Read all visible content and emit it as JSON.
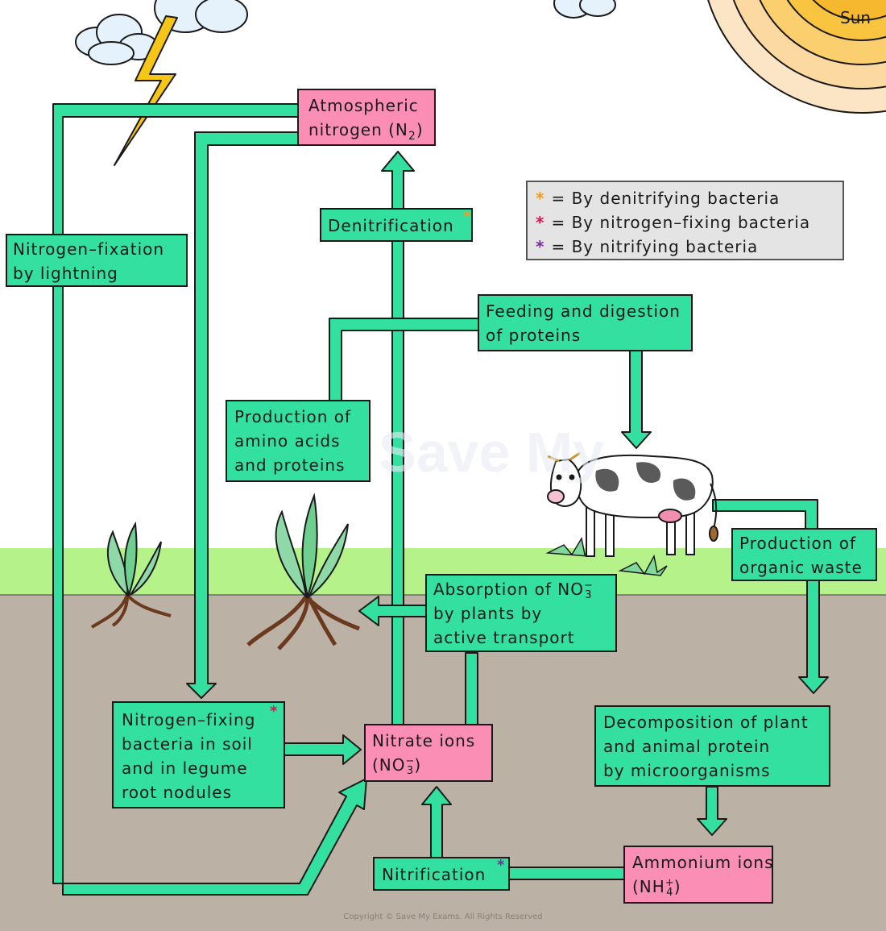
{
  "labels": {
    "atmospheric_line1": "Atmospheric",
    "atmospheric_line2": "nitrogen (N",
    "atmospheric_sub": "2",
    "atmospheric_close": ")",
    "lightning_line1": "Nitrogen–fixation",
    "lightning_line2": "by lightning",
    "denitrification": "Denitrification",
    "feeding_line1": "Feeding and digestion",
    "feeding_line2": "of proteins",
    "amino_line1": "Production of",
    "amino_line2": "amino acids",
    "amino_line3": "and proteins",
    "organic_line1": "Production of",
    "organic_line2": "organic waste",
    "absorption_line1_pre": "Absorption of NO",
    "absorption_sup": "−",
    "absorption_sub": "3",
    "absorption_line2": "by plants by",
    "absorption_line3": "active transport",
    "fixing_line1": "Nitrogen–fixing",
    "fixing_line2": "bacteria in soil",
    "fixing_line3": "and in legume",
    "fixing_line4": "root nodules",
    "nitrate_line1": "Nitrate ions",
    "nitrate_line2_pre": "(NO",
    "nitrate_sup": "−",
    "nitrate_sub": "3",
    "nitrate_close": ")",
    "decomposition_line1": "Decomposition of plant",
    "decomposition_line2": "and animal protein",
    "decomposition_line3": "by microorganisms",
    "ammonium_line1": "Ammonium ions",
    "ammonium_line2_pre": "(NH",
    "ammonium_sup": "+",
    "ammonium_sub": "4",
    "ammonium_close": ")",
    "nitrification": "Nitrification",
    "sun": "Sun"
  },
  "legend": [
    {
      "star": "*",
      "text": "= By denitrifying bacteria",
      "color": "#f39a1e"
    },
    {
      "star": "*",
      "text": "= By nitrogen–fixing bacteria",
      "color": "#d6184e"
    },
    {
      "star": "*",
      "text": "= By nitrifying bacteria",
      "color": "#7a2f9c"
    }
  ],
  "markers": {
    "star": "*"
  },
  "copyright": "Copyright © Save My Exams. All Rights Reserved",
  "colors": {
    "process_box": "#33e0a0",
    "compound_box": "#fb8eb4",
    "arrow": "#33e0a0",
    "sky": "#ffffff",
    "grass": "#b6f28a",
    "soil": "#bbb1a4",
    "sun": "#f5b82e",
    "denitrifying": "#f39a1e",
    "nitrogen_fixing": "#d6184e",
    "nitrifying": "#7a2f9c"
  }
}
